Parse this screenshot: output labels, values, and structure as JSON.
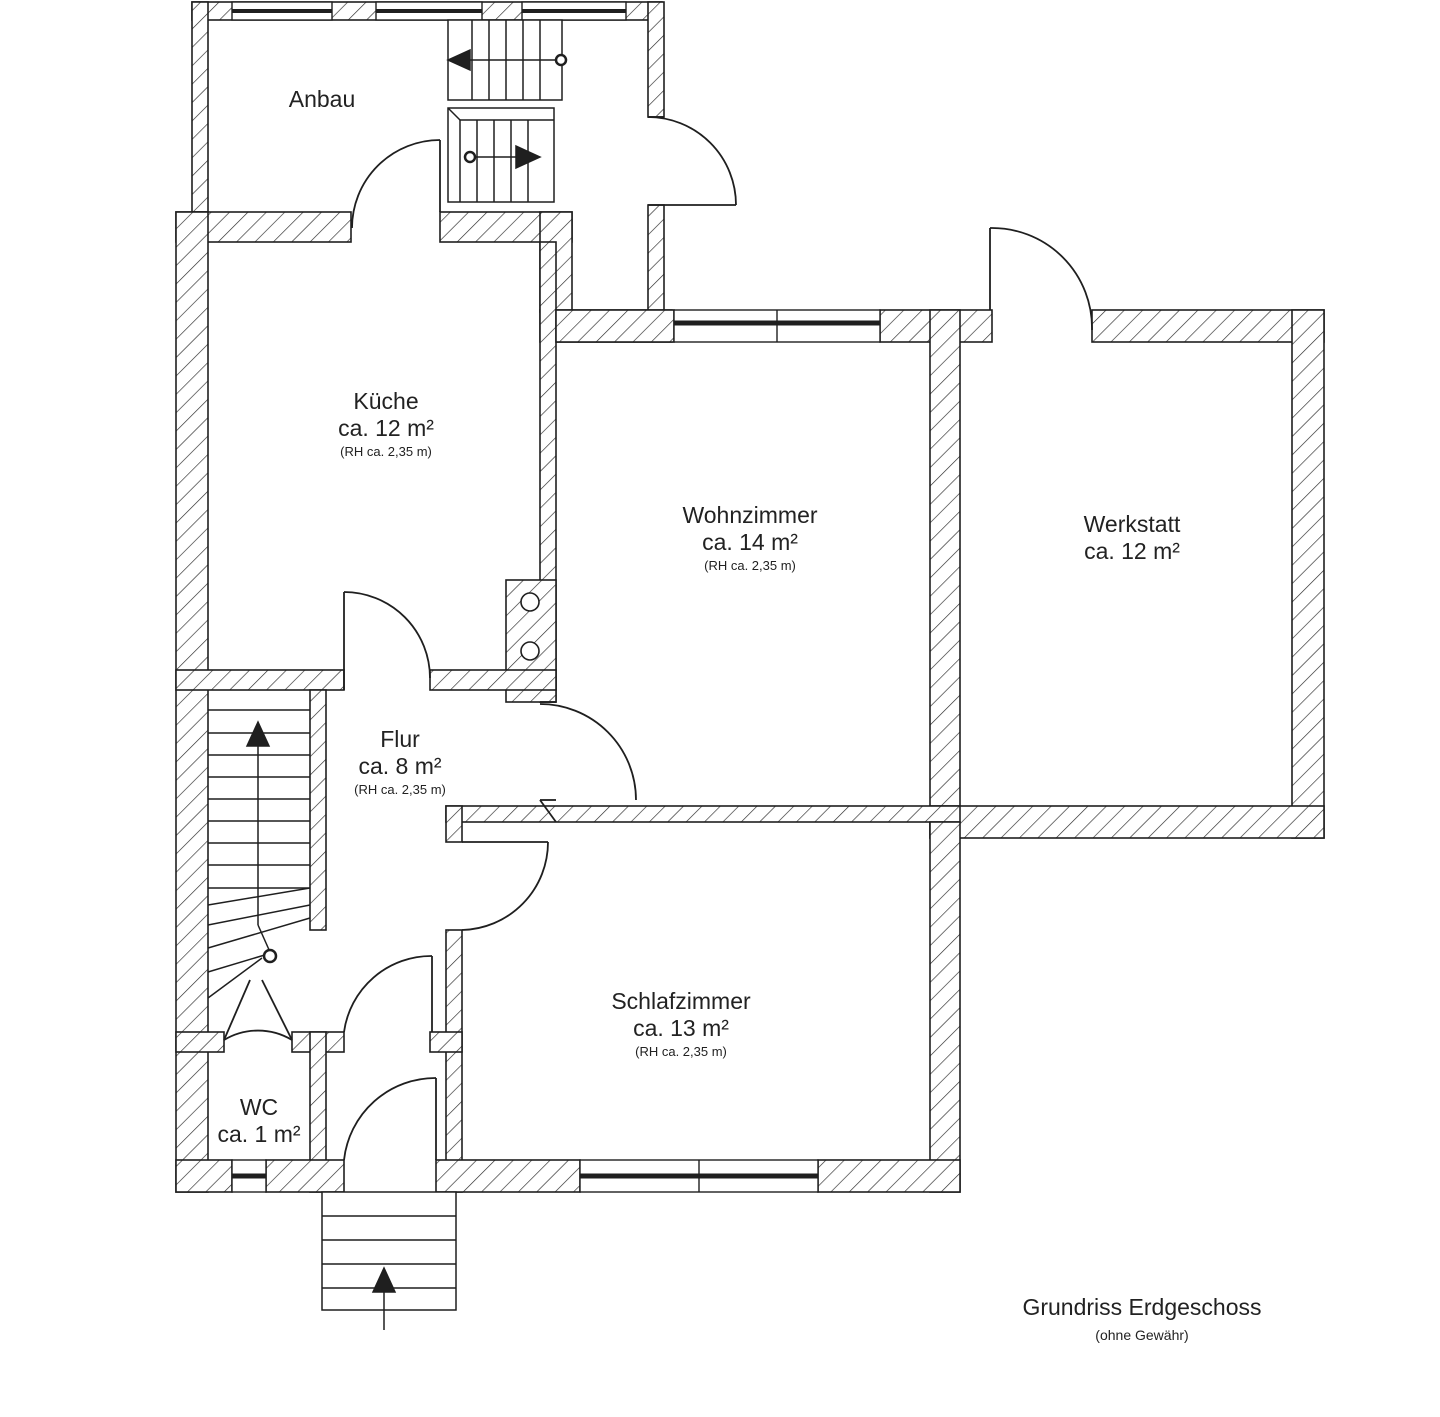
{
  "rooms": {
    "anbau": {
      "name": "Anbau"
    },
    "kueche": {
      "name": "Küche",
      "area": "ca. 12 m²",
      "height": "(RH ca. 2,35 m)"
    },
    "wohnzimmer": {
      "name": "Wohnzimmer",
      "area": "ca. 14 m²",
      "height": "(RH ca. 2,35 m)"
    },
    "werkstatt": {
      "name": "Werkstatt",
      "area": "ca. 12 m²"
    },
    "flur": {
      "name": "Flur",
      "area": "ca. 8 m²",
      "height": "(RH ca. 2,35 m)"
    },
    "schlafzimmer": {
      "name": "Schlafzimmer",
      "area": "ca. 13 m²",
      "height": "(RH ca. 2,35 m)"
    },
    "wc": {
      "name": "WC",
      "area": "ca. 1 m²"
    }
  },
  "caption": {
    "title": "Grundriss Erdgeschoss",
    "note": "(ohne Gewähr)"
  },
  "colors": {
    "line": "#1f1f1f",
    "hatch": "#2a2a2a",
    "background": "#ffffff"
  }
}
